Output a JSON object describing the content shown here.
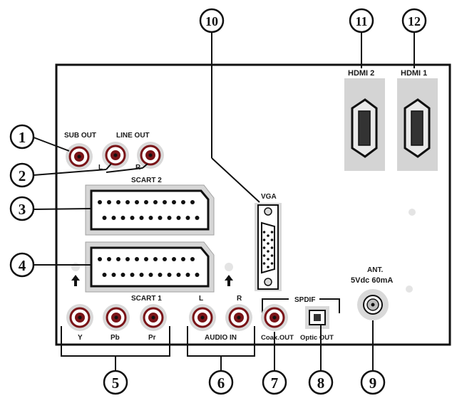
{
  "panel": {
    "labels": {
      "sub_out": "SUB OUT",
      "line_out": "LINE OUT",
      "line_l": "L",
      "line_r": "R",
      "scart2": "SCART 2",
      "scart1": "SCART 1",
      "vga": "VGA",
      "hdmi2": "HDMI 2",
      "hdmi1": "HDMI 1",
      "ant": "ANT.",
      "ant_power": "5Vdc 60mA",
      "spdif": "SPDIF",
      "y": "Y",
      "pb": "Pb",
      "pr": "Pr",
      "audio_l": "L",
      "audio_r": "R",
      "audio_in": "AUDIO IN",
      "coax_out": "Coax.OUT",
      "optic_out": "Optic OUT"
    }
  },
  "callouts": [
    "1",
    "2",
    "3",
    "4",
    "5",
    "6",
    "7",
    "8",
    "9",
    "10",
    "11",
    "12"
  ],
  "colors": {
    "outline": "#111111",
    "port_gray": "#d9d9d9",
    "jack_red": "#7a1418",
    "hdmi_bg": "#d4d4d4"
  }
}
